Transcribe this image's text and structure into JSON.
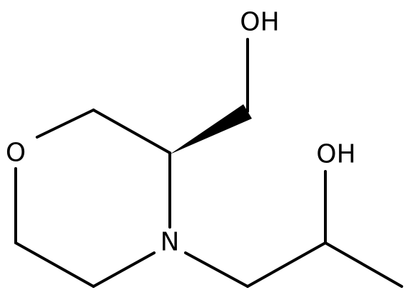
{
  "structure": {
    "atoms": {
      "ring_oxygen": "O",
      "ring_nitrogen": "N",
      "hydroxymethyl_oh": "OH",
      "propanol_oh": "OH"
    },
    "colors": {
      "bond": "#000000",
      "label": "#000000",
      "background": "#ffffff"
    }
  }
}
